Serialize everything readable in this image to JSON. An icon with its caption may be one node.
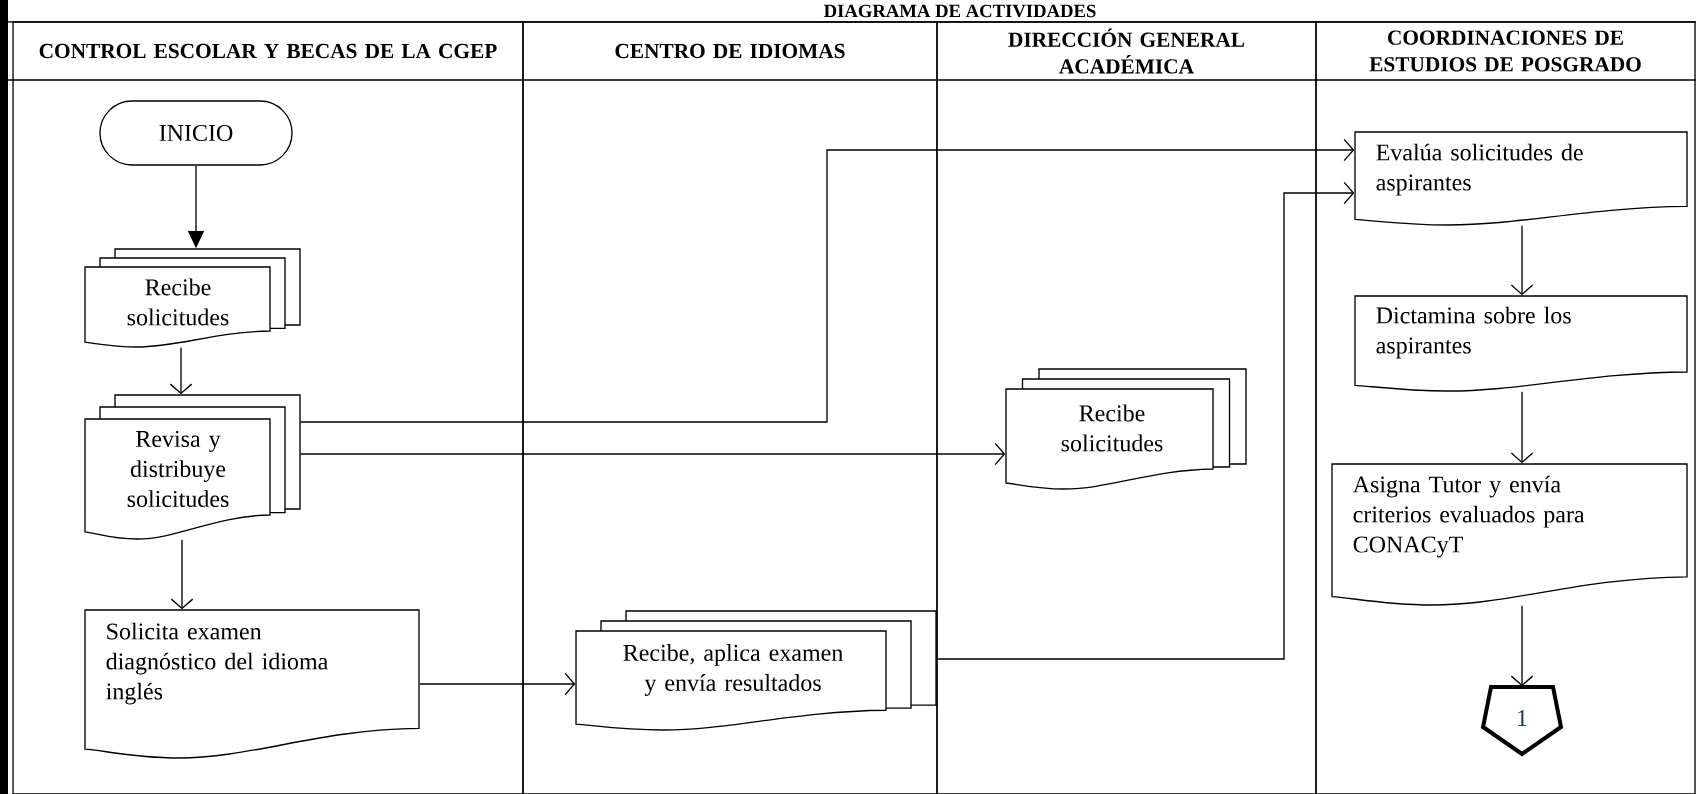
{
  "diagram": {
    "title": "DIAGRAMA DE ACTIVIDADES",
    "nodes": [
      {
        "text": [
          "CONTROL ESCOLAR Y BECAS DE LA CGEP"
        ]
      },
      {
        "text": [
          "CENTRO DE IDIOMAS"
        ]
      },
      {
        "text": [
          "DIRECCIÓN GENERAL ACADÉMICA"
        ]
      },
      {
        "text": [
          "COORDINACIONES DE ESTUDIOS DE POSGRADO"
        ]
      },
      {
        "text": [
          "INICIO"
        ],
        "in": 0
      },
      {
        "text": [
          "Recibe solicitudes"
        ],
        "in": 0
      },
      {
        "text": [
          "Revisa y distribuye solicitudes"
        ],
        "in": 0
      },
      {
        "text": [
          "Solicita examen diagnóstico del idioma inglés"
        ],
        "in": 0
      },
      {
        "text": [
          "Recibe, aplica examen y envía resultados"
        ],
        "in": 1
      },
      {
        "text": [
          "Recibe solicitudes"
        ],
        "in": 2
      },
      {
        "text": [
          "Evalúa solicitudes de aspirantes"
        ],
        "in": 3
      },
      {
        "text": [
          "Dictamina sobre los aspirantes"
        ],
        "in": 3
      },
      {
        "text": [
          "Asigna Tutor y envía criterios evaluados para CONACyT"
        ],
        "in": 3
      },
      {
        "text": [
          "1"
        ],
        "in": 3
      }
    ],
    "edges": [
      {
        "from": 4,
        "to": 5,
        "arrow": "to"
      },
      {
        "from": 5,
        "to": 6,
        "arrow": "to"
      },
      {
        "from": 6,
        "to": 10,
        "arrow": "to"
      },
      {
        "from": 6,
        "to": 9,
        "arrow": "to"
      },
      {
        "from": 6,
        "to": 7,
        "arrow": "to"
      },
      {
        "from": 7,
        "to": 8,
        "arrow": "to"
      },
      {
        "from": 8,
        "to": 10,
        "arrow": "to"
      },
      {
        "from": 10,
        "to": 11,
        "arrow": "to"
      },
      {
        "from": 11,
        "to": 12,
        "arrow": "to"
      },
      {
        "from": 12,
        "to": 13,
        "arrow": "to"
      }
    ]
  }
}
